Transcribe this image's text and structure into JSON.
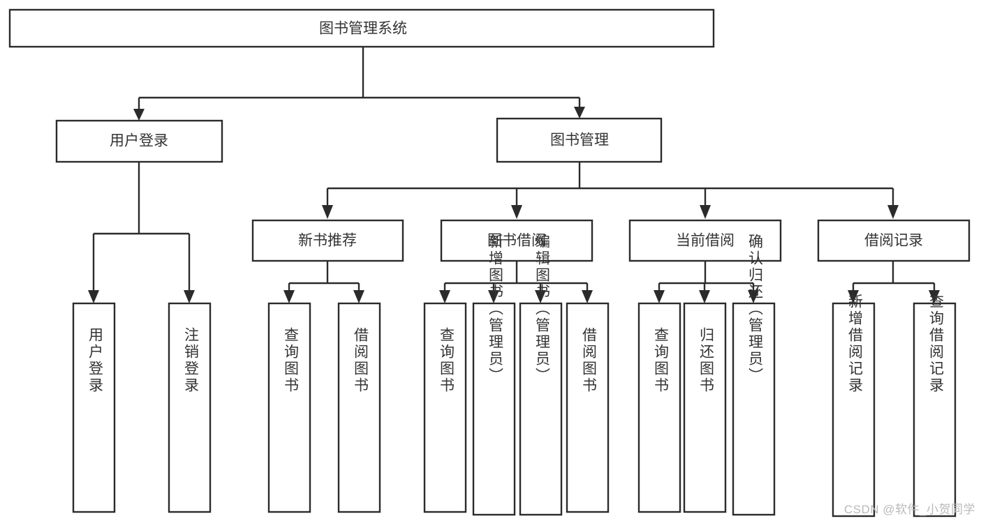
{
  "diagram": {
    "type": "tree-hierarchy",
    "title": "图书管理系统",
    "watermark": "CSDN @软件_小贺同学",
    "colors": {
      "stroke": "#2b2b2b",
      "fill": "#ffffff",
      "text": "#333333",
      "watermark": "#b9b9b9"
    },
    "levels": {
      "root": {
        "label": "图书管理系统"
      },
      "level2": [
        {
          "label": "用户登录"
        },
        {
          "label": "图书管理"
        }
      ],
      "level3": [
        {
          "label": "新书推荐"
        },
        {
          "label": "图书借阅"
        },
        {
          "label": "当前借阅"
        },
        {
          "label": "借阅记录"
        }
      ],
      "leaves_user_login": [
        {
          "label": "用户登录"
        },
        {
          "label": "注销登录"
        }
      ],
      "leaves_new_book": [
        {
          "label": "查询图书"
        },
        {
          "label": "借阅图书"
        }
      ],
      "leaves_borrow": [
        {
          "label": "查询图书"
        },
        {
          "label": "新增图书（管理员）"
        },
        {
          "label": "编辑图书（管理员）"
        },
        {
          "label": "借阅图书"
        }
      ],
      "leaves_current": [
        {
          "label": "查询图书"
        },
        {
          "label": "归还图书"
        },
        {
          "label": "确认归还（管理员）"
        }
      ],
      "leaves_record": [
        {
          "label": "新增借阅记录"
        },
        {
          "label": "查询借阅记录"
        }
      ]
    }
  }
}
